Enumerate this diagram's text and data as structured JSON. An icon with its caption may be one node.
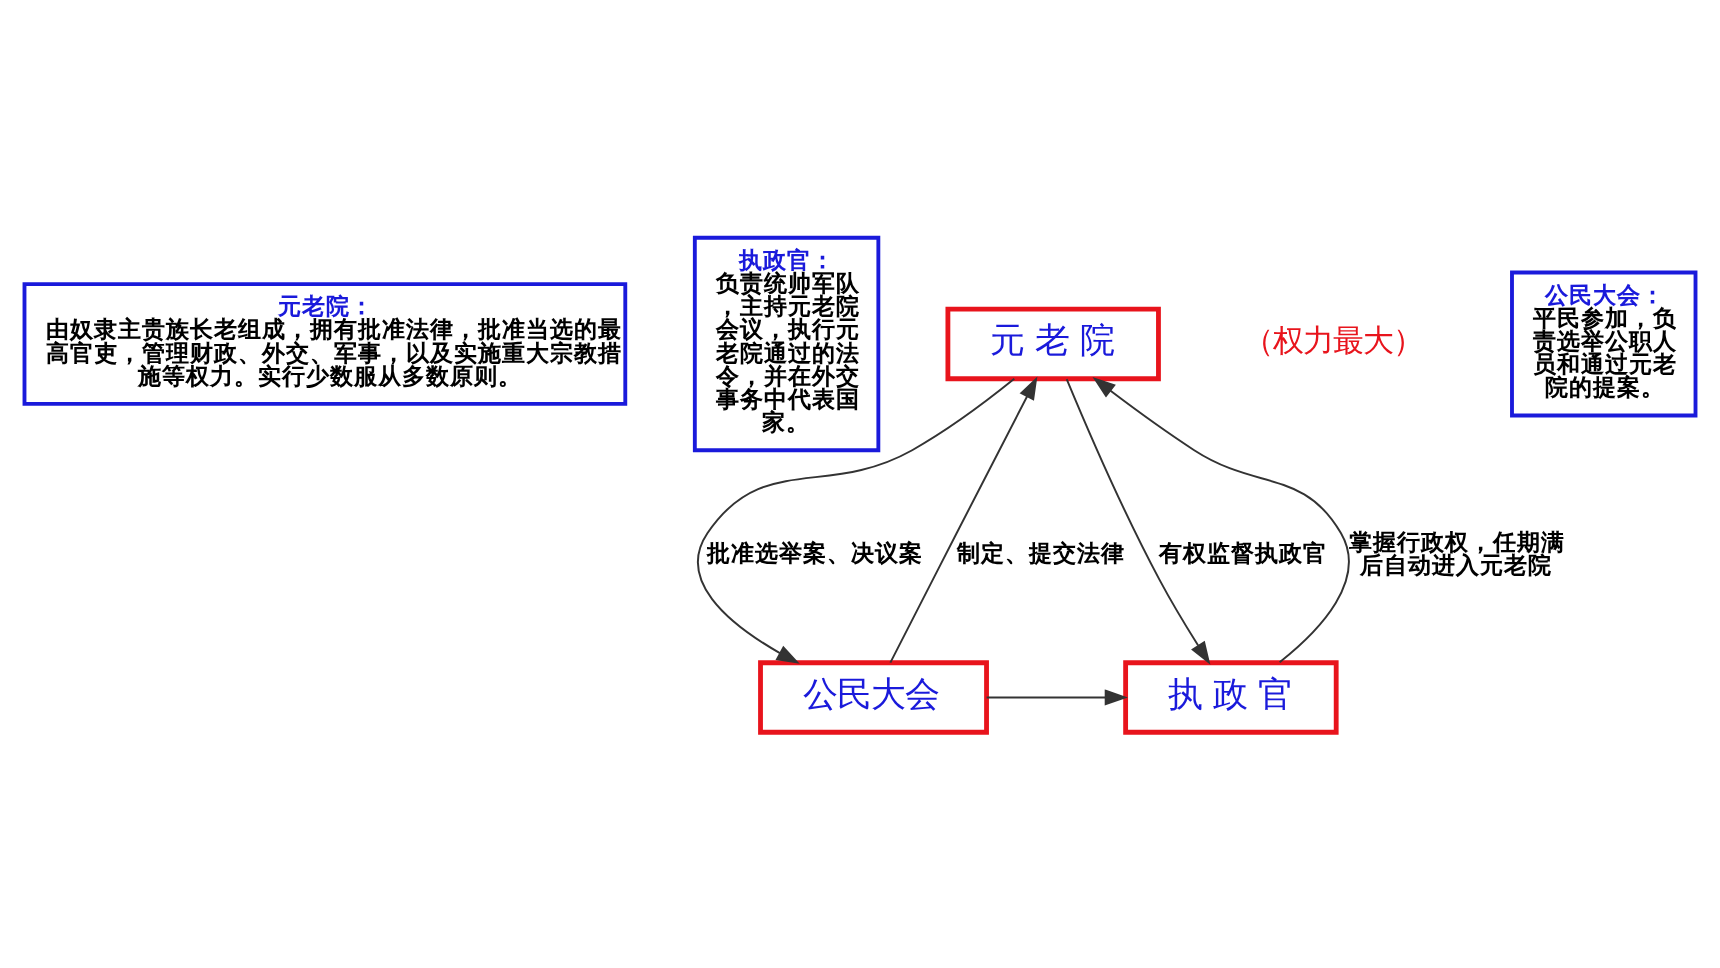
{
  "diagram": {
    "nodes": [
      {
        "text": [
          "元老院：",
          "由奴隶主贵族长老组成，拥有批准法律，批准当选的最高官吏，管理财政、外交、军事，以及实施重大宗教措施等权力。实行少数服从多数原则。"
        ]
      },
      {
        "text": [
          "执政官：",
          "负责统帅军队，主持元老院会议，执行元老院通过的法令，并在外交事务中代表国家。"
        ]
      },
      {
        "text": [
          "元 老 院"
        ],
        "beside": [
          "（权力最大）"
        ]
      },
      {
        "text": [
          "公民大会：",
          "平民参加，负责选举公职人员和通过元老院的提案。"
        ]
      },
      {
        "text": [
          "执 政 官"
        ]
      },
      {
        "text": [
          "公民大会"
        ]
      }
    ],
    "edges": [
      {
        "from": 4,
        "to": 2,
        "arrow": "to",
        "label": "掌握行政权，任期满后自动进入元老院"
      },
      {
        "from": 2,
        "to": 4,
        "arrow": "to",
        "label": "有权监督执政官"
      },
      {
        "from": 5,
        "to": 2,
        "arrow": "to",
        "label": "制定、提交法律"
      },
      {
        "from": 2,
        "to": 5,
        "arrow": "to",
        "label": "批准选举案、决议案"
      },
      {
        "from": 5,
        "to": 4,
        "arrow": "to"
      }
    ]
  }
}
